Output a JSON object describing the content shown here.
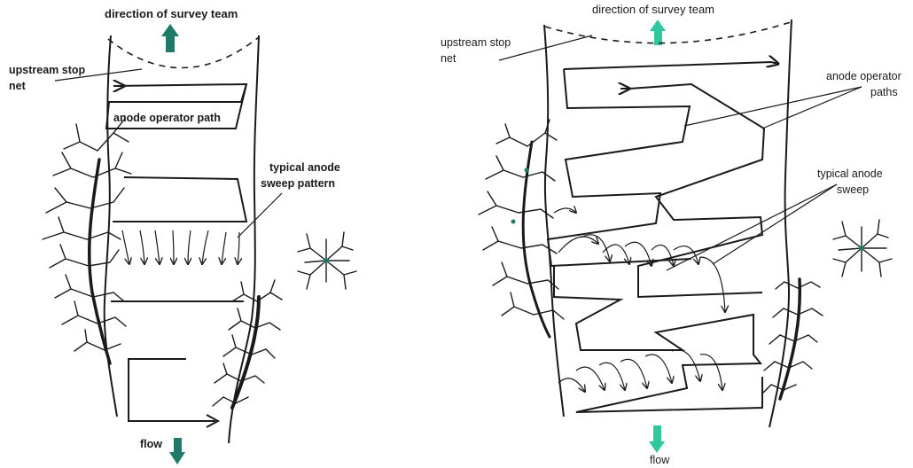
{
  "colors": {
    "ink": "#1a1a1a",
    "arrow": "#1f7a6a",
    "arrow_light": "#2fc7a0",
    "background": "#ffffff"
  },
  "left_diagram": {
    "top_label": "direction of survey team",
    "net_label_line1": "upstream stop",
    "net_label_line2": "net",
    "path_label": "anode operator path",
    "sweep_label_line1": "typical anode",
    "sweep_label_line2": "sweep pattern",
    "bottom_label": "flow"
  },
  "right_diagram": {
    "top_label": "direction of survey team",
    "net_label_line1": "upstream stop",
    "net_label_line2": "net",
    "path_label_line1": "anode operator",
    "path_label_line2": "paths",
    "sweep_label_line1": "typical anode",
    "sweep_label_line2": "sweep",
    "bottom_label": "flow"
  }
}
